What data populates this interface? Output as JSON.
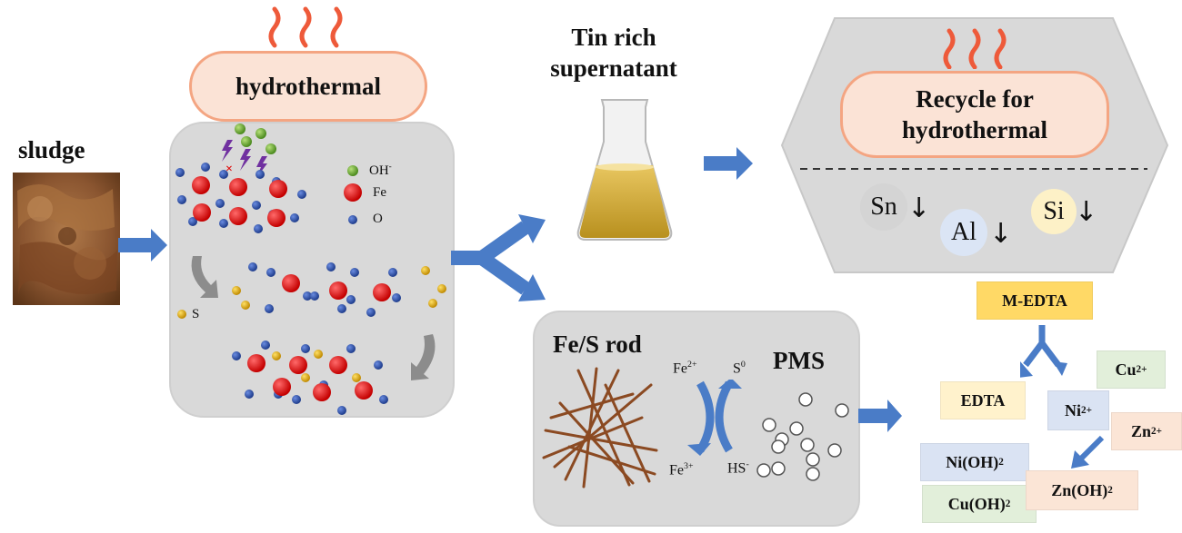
{
  "title_sludge": "sludge",
  "hydrothermal_label": "hydrothermal",
  "legend": {
    "oh": "OH",
    "oh_sup": "-",
    "fe": "Fe",
    "o": "O",
    "s": "S"
  },
  "supernatant": {
    "line1": "Tin rich",
    "line2": "supernatant"
  },
  "recycle": {
    "line1": "Recycle for",
    "line2": "hydrothermal"
  },
  "elements": [
    {
      "symbol": "Sn",
      "arrow": "↓",
      "color": "#d4d4d4"
    },
    {
      "symbol": "Al",
      "arrow": "↓",
      "color": "#dbe5f5"
    },
    {
      "symbol": "Si",
      "arrow": "↓",
      "color": "#fdf1c7"
    }
  ],
  "fes": {
    "rod_label": "Fe/S rod",
    "pms_label": "PMS",
    "fe2": "Fe",
    "fe2_sup": "2+",
    "s0": "S",
    "s0_sup": "0",
    "fe3": "Fe",
    "fe3_sup": "3+",
    "hs": "HS",
    "hs_sup": "-"
  },
  "medta": "M-EDTA",
  "edta": "EDTA",
  "ions": {
    "cu": "Cu",
    "cu_sup": "2+",
    "ni": "Ni",
    "ni_sup": "2+",
    "zn": "Zn",
    "zn_sup": "2+"
  },
  "hydroxides": {
    "nioh": "Ni(OH)",
    "nioh_sub": "2",
    "cuoh": "Cu(OH)",
    "cuoh_sub": "2",
    "znoh": "Zn(OH)",
    "znoh_sub": "2"
  },
  "colors": {
    "arrow_blue": "#4a7cc7",
    "panel_gray": "#d9d9d9",
    "heat_red": "#ee5a3a",
    "medta_yellow": "#ffd966",
    "tag_yellow": "#fff2cc",
    "tag_green": "#e2efda",
    "tag_blue": "#dae3f3",
    "tag_orange": "#fbe5d6"
  }
}
